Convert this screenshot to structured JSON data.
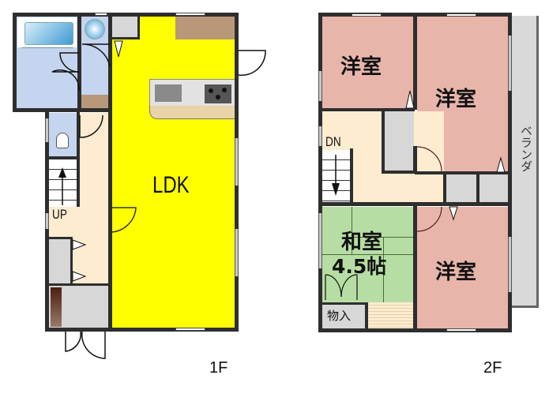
{
  "floor_1": {
    "label": "1F",
    "rooms": {
      "ldk": "LDK",
      "stairs_up": "UP"
    },
    "colors": {
      "ldk": "#ffff00",
      "bath": "#c5d5f0",
      "hall": "#fdecd0",
      "closet": "#d7d7d7",
      "counter": "#b9987a",
      "kitchen_bar": "#e8d4a8"
    }
  },
  "floor_2": {
    "label": "2F",
    "rooms": {
      "western_room_nw": "洋室",
      "western_room_ne": "洋室",
      "western_room_se": "洋室",
      "japanese_room": "和室",
      "japanese_room_size": "4.5帖",
      "storage": "物入",
      "balcony": "ベランダ",
      "stairs_down": "DN"
    },
    "colors": {
      "western": "#e8b5aa",
      "japanese": "#b6dea4",
      "hall": "#fdecd0",
      "closet": "#d7d7d7",
      "balcony": "#d9d9d9"
    }
  }
}
